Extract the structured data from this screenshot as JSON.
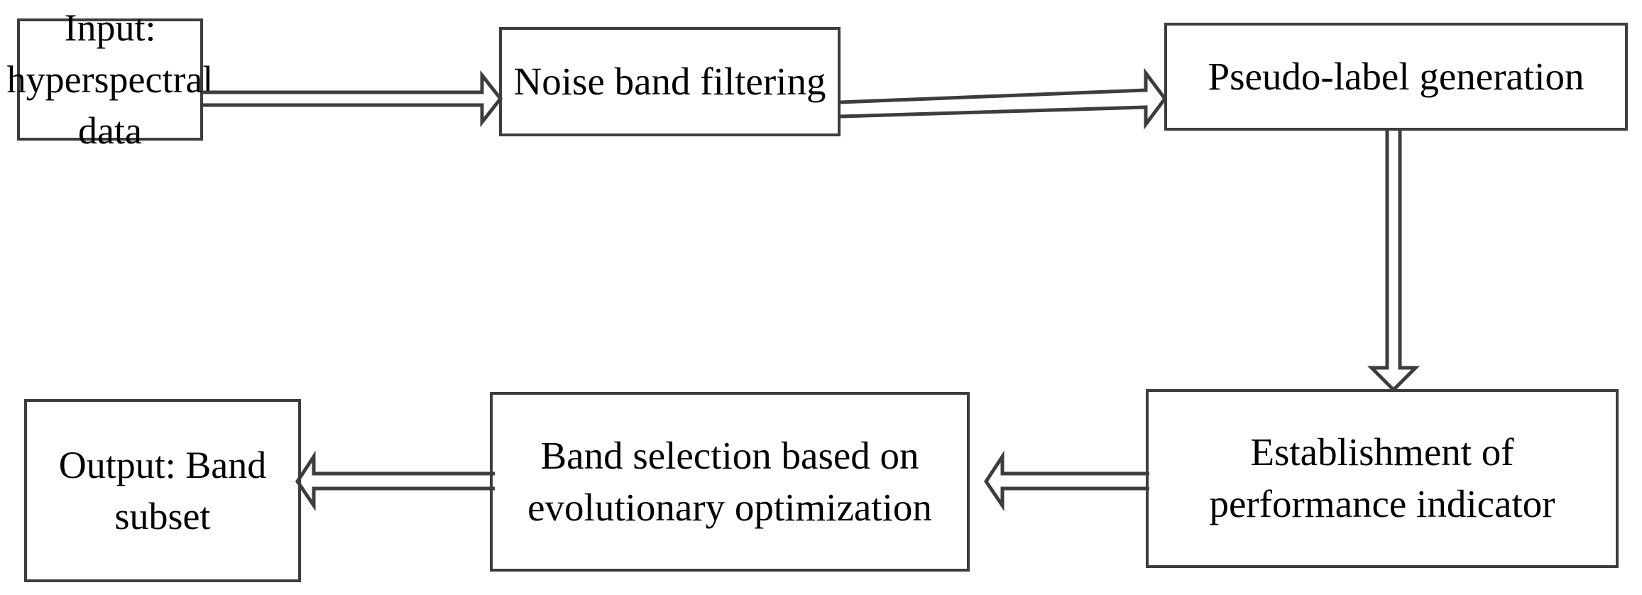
{
  "diagram": {
    "title": "Hyperspectral band selection workflow",
    "type": "flowchart",
    "background_color": "#ffffff",
    "stroke_color": "#3d3d3d",
    "text_color": "#000000",
    "nodes": [
      {
        "id": "input",
        "label": "Input:\nhyperspectral\ndata",
        "shape": "rectangle",
        "row": 1,
        "order": 1
      },
      {
        "id": "noise",
        "label": "Noise band filtering",
        "shape": "rectangle",
        "row": 1,
        "order": 2
      },
      {
        "id": "pseudo",
        "label": "Pseudo-label generation",
        "shape": "rectangle",
        "row": 1,
        "order": 3
      },
      {
        "id": "establishment",
        "label": "Establishment of\nperformance indicator",
        "shape": "rectangle",
        "row": 2,
        "order": 3
      },
      {
        "id": "bandselection",
        "label": "Band selection based on\nevolutionary optimization",
        "shape": "rectangle",
        "row": 2,
        "order": 2
      },
      {
        "id": "output",
        "label": "Output: Band\nsubset",
        "shape": "rectangle",
        "row": 2,
        "order": 1
      }
    ],
    "edges": [
      {
        "id": "e1",
        "from": "input",
        "to": "noise",
        "direction": "right",
        "style": "hollow-block-arrow"
      },
      {
        "id": "e2",
        "from": "noise",
        "to": "pseudo",
        "direction": "right",
        "style": "hollow-block-arrow"
      },
      {
        "id": "e3",
        "from": "pseudo",
        "to": "establishment",
        "direction": "down",
        "style": "hollow-block-arrow"
      },
      {
        "id": "e4",
        "from": "establishment",
        "to": "bandselection",
        "direction": "left",
        "style": "hollow-block-arrow"
      },
      {
        "id": "e5",
        "from": "bandselection",
        "to": "output",
        "direction": "left",
        "style": "hollow-block-arrow"
      }
    ]
  }
}
